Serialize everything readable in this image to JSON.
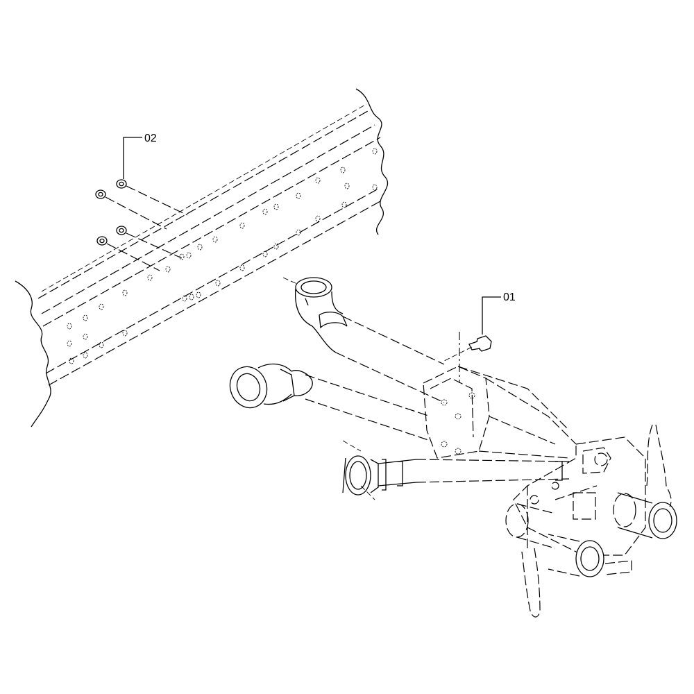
{
  "callouts": [
    {
      "id": "01",
      "label": "01"
    },
    {
      "id": "02",
      "label": "02"
    }
  ],
  "stroke_color": "#000000",
  "background_color": "#ffffff"
}
